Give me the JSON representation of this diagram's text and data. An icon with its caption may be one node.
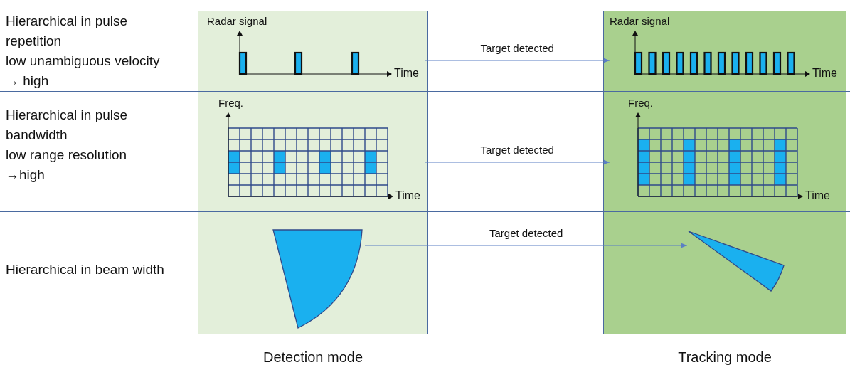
{
  "diagram": {
    "nodes": [
      {
        "text": [
          "Detection mode"
        ]
      },
      {
        "text": [
          "Radar signal",
          "Time"
        ],
        "in": 0
      },
      {
        "text": [
          "Freq.",
          "Time"
        ],
        "in": 0
      },
      {
        "text": [],
        "shape": "sector",
        "in": 0
      },
      {
        "text": [
          "Tracking mode"
        ]
      },
      {
        "text": [
          "Radar signal",
          "Time"
        ],
        "in": 4
      },
      {
        "text": [
          "Freq.",
          "Time"
        ],
        "in": 4
      },
      {
        "text": [],
        "shape": "sector",
        "in": 4
      }
    ],
    "edges": [
      {
        "from": 1,
        "to": 5,
        "arrow": "to",
        "label": "Target detected"
      },
      {
        "from": 2,
        "to": 6,
        "arrow": "to",
        "label": "Target detected"
      },
      {
        "from": 3,
        "to": 7,
        "arrow": "to",
        "label": "Target detected"
      }
    ],
    "labels": [
      "Hierarchical in pulse repetition",
      "low unambiguous velocity → high",
      "Hierarchical in pulse bandwidth",
      "low range resolution →high",
      "Hierarchical in beam width"
    ]
  }
}
